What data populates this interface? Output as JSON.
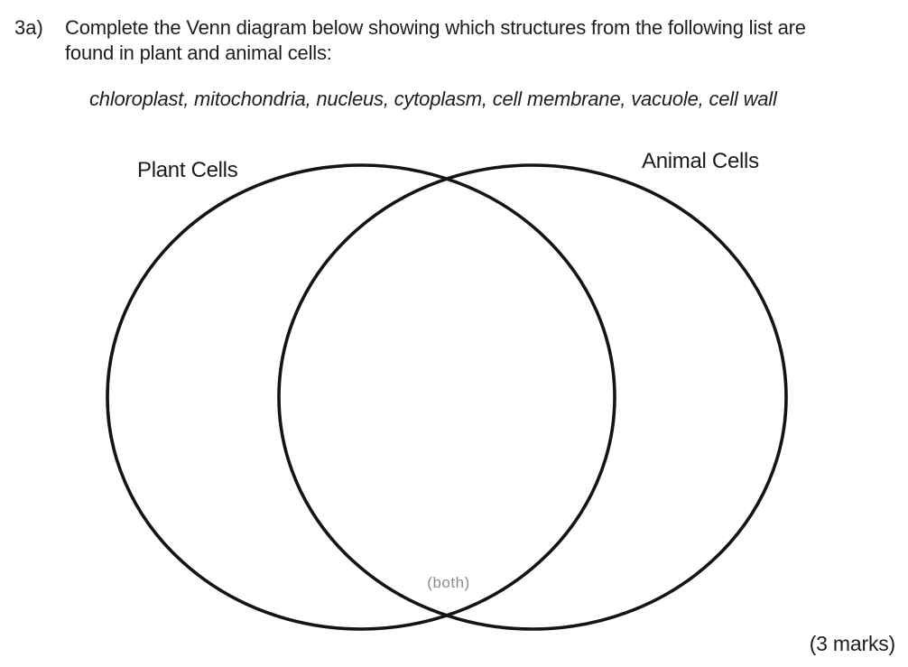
{
  "question": {
    "number": "3a)",
    "lines": [
      "Complete the Venn diagram below showing which structures from the following list are",
      "found in plant and animal cells:"
    ],
    "structures_list": "chloroplast, mitochondria, nucleus, cytoplasm, cell membrane, vacuole, cell wall",
    "structures": [
      "chloroplast",
      "mitochondria",
      "nucleus",
      "cytoplasm",
      "cell membrane",
      "vacuole",
      "cell wall"
    ]
  },
  "venn": {
    "left_label": "Plant Cells",
    "right_label": "Animal Cells",
    "intersection_label": "(both)",
    "circle_stroke_color": "#141414",
    "intersection_label_color": "#8c8c8c"
  },
  "marks_label": "(3 marks)"
}
